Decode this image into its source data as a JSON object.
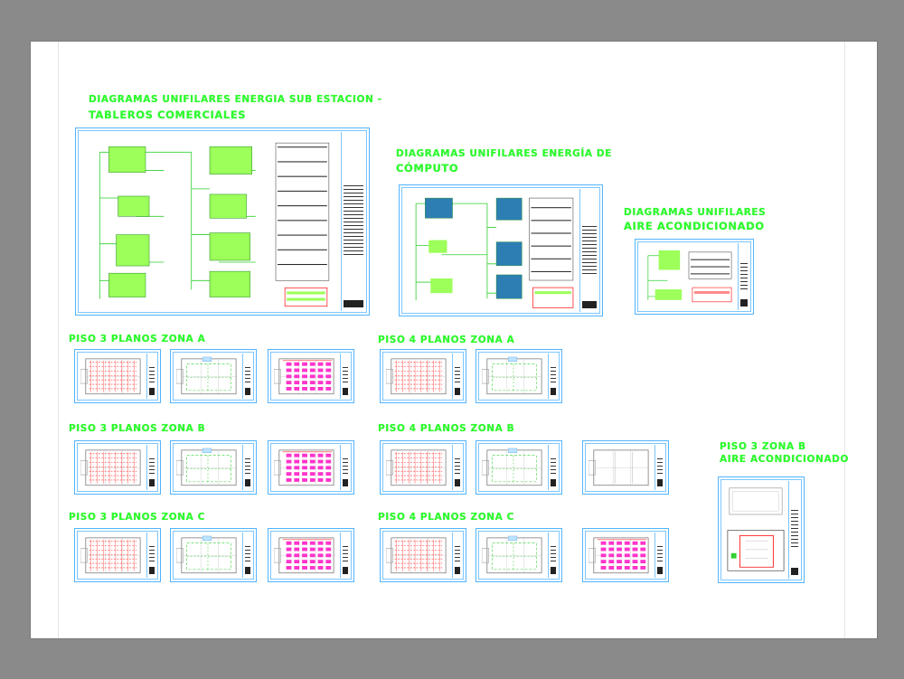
{
  "groups": {
    "sub_estacion": {
      "line1": "DIAGRAMAS UNIFILARES ENERGIA SUB ESTACION -",
      "line2": "TABLEROS COMERCIALES"
    },
    "computo": {
      "line1": "DIAGRAMAS UNIFILARES ENERGÍA DE",
      "line2": "CÓMPUTO"
    },
    "aire": {
      "line1": "DIAGRAMAS UNIFILARES",
      "line2": "AIRE ACONDICIONADO"
    },
    "p3a": "PISO 3 PLANOS ZONA A",
    "p4a": "PISO 4 PLANOS ZONA A",
    "p3b": "PISO 3 PLANOS ZONA B",
    "p4b": "PISO 4 PLANOS ZONA B",
    "p3c": "PISO 3 PLANOS ZONA C",
    "p4c": "PISO 4 PLANOS ZONA C",
    "p3b_aire": {
      "line1": "PISO 3 ZONA B",
      "line2": "AIRE ACONDICIONADO"
    }
  },
  "colors": {
    "background": "#8a8a8a",
    "sheet": "#ffffff",
    "label": "#2dff2d",
    "frame": "#53b4ff",
    "wiring_green": "#30d030",
    "panel_green": "#9cff5a",
    "circuit_red": "#ff2b2b",
    "furniture_magenta": "#ff33cc"
  }
}
